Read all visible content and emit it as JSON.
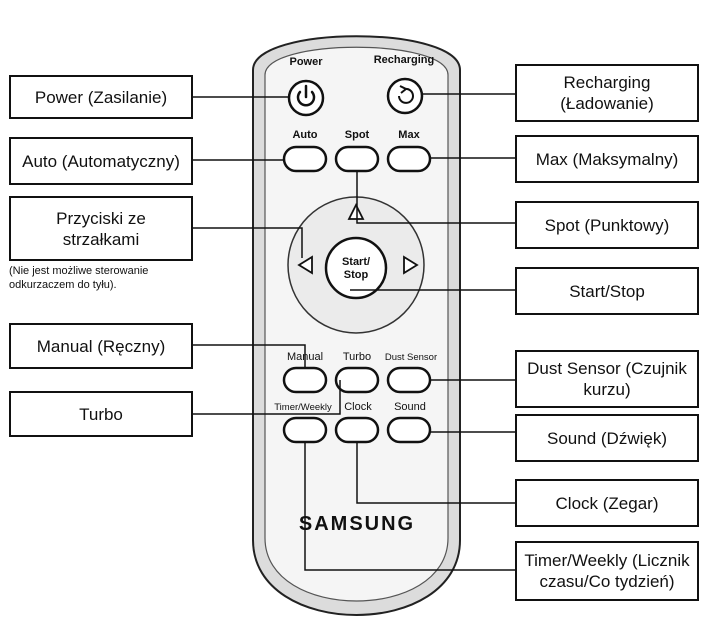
{
  "brand": "SAMSUNG",
  "remote_buttons": {
    "power": "Power",
    "recharging": "Recharging",
    "auto": "Auto",
    "spot": "Spot",
    "max": "Max",
    "start_stop_line1": "Start/",
    "start_stop_line2": "Stop",
    "manual": "Manual",
    "turbo": "Turbo",
    "dust_sensor": "Dust Sensor",
    "timer_weekly": "Timer/Weekly",
    "clock": "Clock",
    "sound": "Sound"
  },
  "callouts": {
    "power": "Power (Zasilanie)",
    "auto": "Auto (Automatyczny)",
    "arrows": "Przyciski ze strzałkami",
    "arrows_note": "(Nie jest możliwe sterowanie odkurzaczem do tyłu).",
    "manual": "Manual (Ręczny)",
    "turbo": "Turbo",
    "recharging": "Recharging (Ładowanie)",
    "max": "Max (Maksymalny)",
    "spot": "Spot (Punktowy)",
    "start_stop": "Start/Stop",
    "dust_sensor": "Dust Sensor (Czujnik kurzu)",
    "sound": "Sound (Dźwięk)",
    "clock": "Clock (Zegar)",
    "timer_weekly": "Timer/Weekly (Licznik czasu/Co tydzień)"
  }
}
